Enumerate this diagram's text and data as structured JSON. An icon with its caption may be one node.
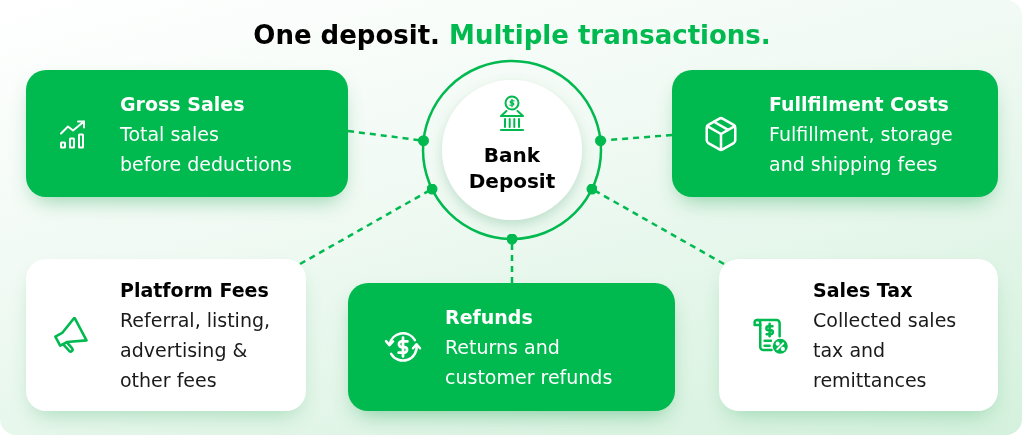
{
  "diagram": {
    "title": "One deposit. **Multiple transactions.**",
    "nodes": [
      {
        "text": [
          "Gross Sales",
          "Total sales before deductions"
        ]
      },
      {
        "text": [
          "Bank Deposit"
        ]
      },
      {
        "text": [
          "Fullfilment Costs",
          "Fulfillment, storage and shipping fees"
        ]
      },
      {
        "text": [
          "Platform Fees",
          "Referral, listing, advertising & other fees"
        ]
      },
      {
        "text": [
          "Refunds",
          "Returns and customer refunds"
        ]
      },
      {
        "text": [
          "Sales Tax",
          "Collected sales tax and remittances"
        ]
      }
    ],
    "edges": [
      {
        "from": 0,
        "to": 1,
        "arrow": "other",
        "style": "dashed"
      },
      {
        "from": 2,
        "to": 1,
        "arrow": "other",
        "style": "dashed"
      },
      {
        "from": 3,
        "to": 1,
        "arrow": "other",
        "style": "dashed"
      },
      {
        "from": 4,
        "to": 1,
        "arrow": "other",
        "style": "dashed"
      },
      {
        "from": 5,
        "to": 1,
        "arrow": "other",
        "style": "dashed"
      }
    ]
  }
}
